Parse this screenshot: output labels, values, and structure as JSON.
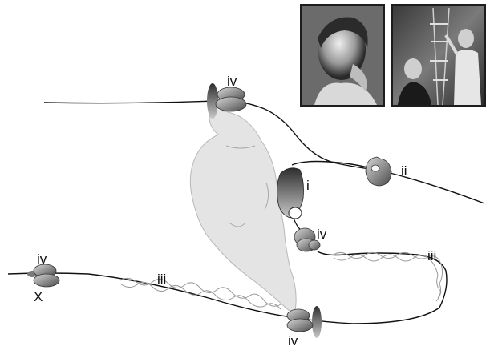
{
  "labels": {
    "i": "i",
    "ii": "ii",
    "iii": "iii",
    "iv": "iv",
    "x": "X"
  },
  "photos": [
    {
      "name": "photo-portrait-woman"
    },
    {
      "name": "photo-two-scientists-with-model"
    }
  ],
  "colors": {
    "line": "#111111",
    "blob_fill": "#e4e4e4",
    "blob_stroke": "#b8b8b8",
    "protein_dark": "#4a4a4a",
    "protein_light": "#d8d8d8",
    "helix": "#9a9a9a",
    "photo_frame": "#222222"
  }
}
